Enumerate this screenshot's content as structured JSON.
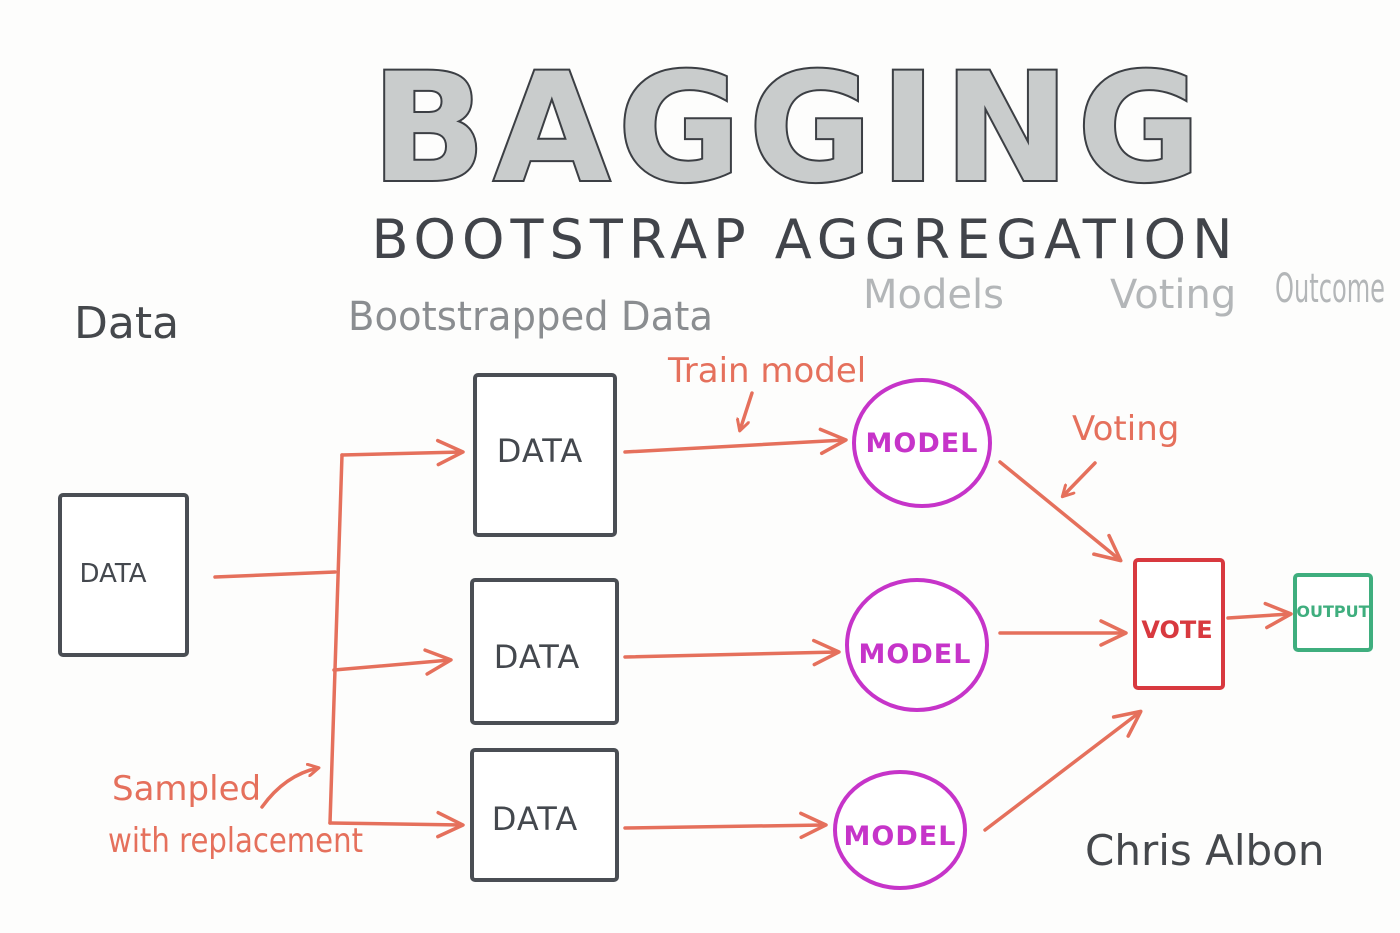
{
  "title": "BAGGING",
  "subtitle": "BOOTSTRAP AGGREGATION",
  "columns": {
    "data": "Data",
    "bootstrapped": "Bootstrapped Data",
    "models": "Models",
    "voting": "Voting",
    "outcome": "Outcome"
  },
  "source_box": {
    "label": "DATA"
  },
  "bootstrap_boxes": [
    {
      "label": "DATA"
    },
    {
      "label": "DATA"
    },
    {
      "label": "DATA"
    }
  ],
  "models": [
    {
      "label": "MODEL"
    },
    {
      "label": "MODEL"
    },
    {
      "label": "MODEL"
    }
  ],
  "annotations": {
    "train_model": "Train model",
    "voting": "Voting",
    "sampled_line1": "Sampled",
    "sampled_line2": "with replacement"
  },
  "vote": {
    "label": "VOTE"
  },
  "output": {
    "label": "OUTPUT"
  },
  "author": "Chris Albon",
  "colors": {
    "box_stroke": "#4a4e54",
    "arrow": "#e5705c",
    "model": "#c634c9",
    "vote": "#d8393f",
    "output": "#3fae7e",
    "title_fill": "#c9cccc"
  }
}
